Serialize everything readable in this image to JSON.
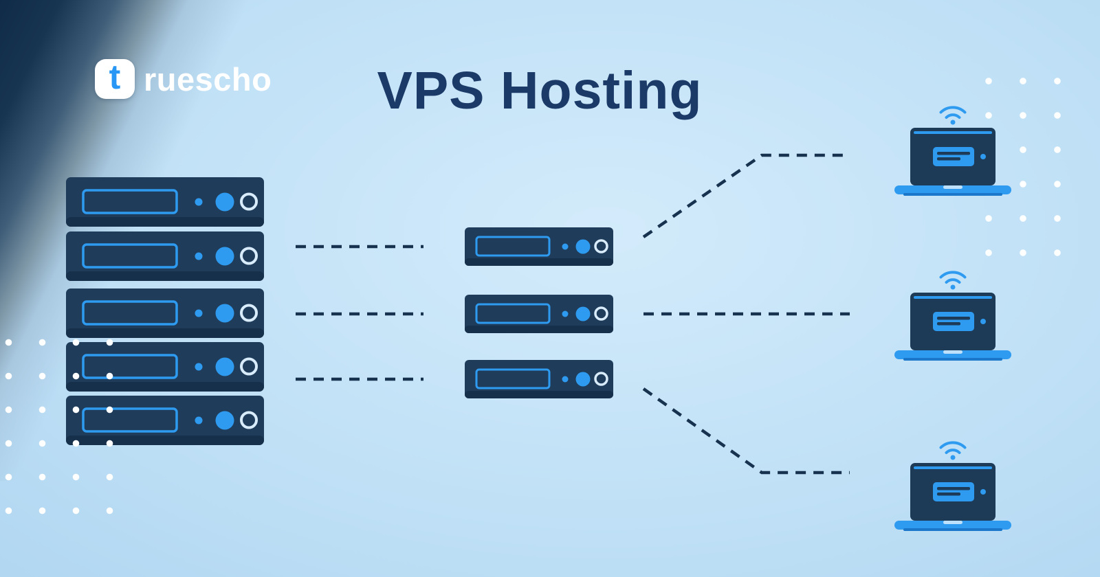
{
  "page": {
    "title": "VPS Hosting"
  },
  "logo": {
    "icon_letter": "t",
    "text": "ruescho"
  },
  "diagram": {
    "left_stack_units": 5,
    "middle_vps_servers": 3,
    "client_laptops": 3
  },
  "colors": {
    "background_light_blue": "#bcdef5",
    "corner_dark_navy": "#0f2b47",
    "server_navy": "#1e3b58",
    "accent_blue": "#2e9bf0",
    "title_navy": "#1b3a68",
    "dash_line": "#16324e",
    "dot_white": "#ffffff"
  }
}
